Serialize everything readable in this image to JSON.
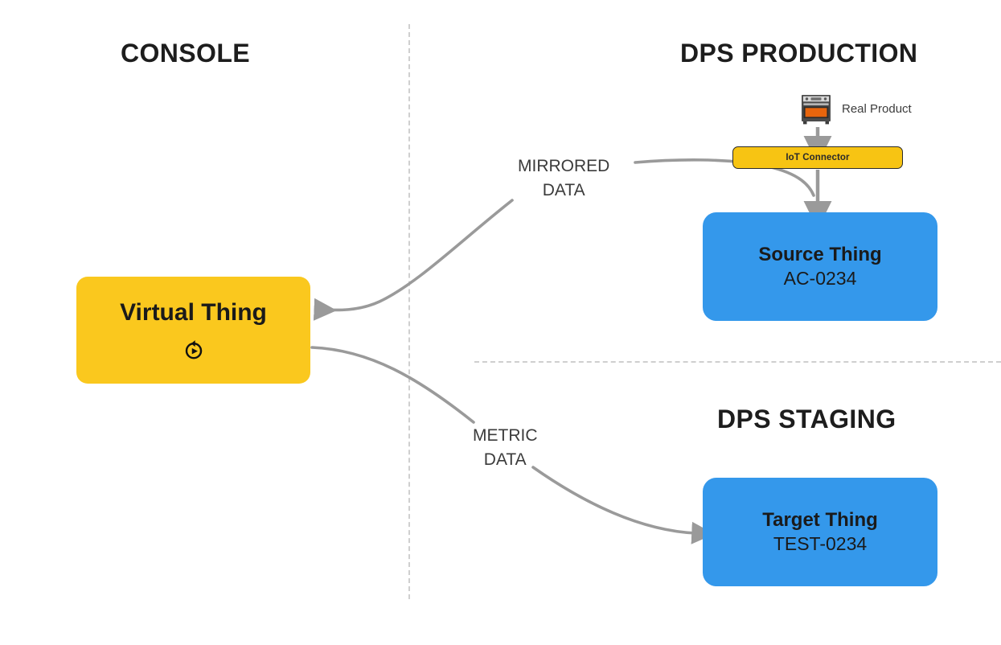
{
  "diagram": {
    "sections": [
      {
        "id": "console",
        "title": "CONSOLE"
      },
      {
        "id": "dps_production",
        "title": "DPS PRODUCTION"
      },
      {
        "id": "dps_staging",
        "title": "DPS STAGING"
      }
    ],
    "nodes": {
      "virtual_thing": {
        "title": "Virtual Thing",
        "subtitle": "",
        "icon": "replay-icon",
        "color": "#FAC81E"
      },
      "source_thing": {
        "title": "Source Thing",
        "subtitle": "AC-0234",
        "color": "#3498EB"
      },
      "target_thing": {
        "title": "Target Thing",
        "subtitle": "TEST-0234",
        "color": "#3498EB"
      },
      "iot_connector": {
        "label": "IoT Connector",
        "fill": "#F7C413",
        "border": "#2b2b2b"
      },
      "real_product": {
        "label": "Real Product",
        "icon": "oven-icon",
        "icon_accent": "#E8650D"
      }
    },
    "edges": [
      {
        "id": "mirrored_data",
        "label_line1": "MIRRORED",
        "label_line2": "DATA",
        "from": "iot_connector",
        "to": "virtual_thing",
        "color": "#9a9a9a"
      },
      {
        "id": "metric_data",
        "label_line1": "METRIC",
        "label_line2": "DATA",
        "from": "virtual_thing",
        "to": "target_thing",
        "color": "#9a9a9a"
      },
      {
        "id": "product_to_connector",
        "label_line1": "",
        "label_line2": "",
        "from": "real_product",
        "to": "iot_connector",
        "color": "#9a9a9a"
      },
      {
        "id": "connector_to_source",
        "label_line1": "",
        "label_line2": "",
        "from": "iot_connector",
        "to": "source_thing",
        "color": "#9a9a9a"
      }
    ],
    "dividers": {
      "vertical_color": "#cfcfcf",
      "horizontal_color": "#cfcfcf"
    },
    "background": "#ffffff"
  }
}
